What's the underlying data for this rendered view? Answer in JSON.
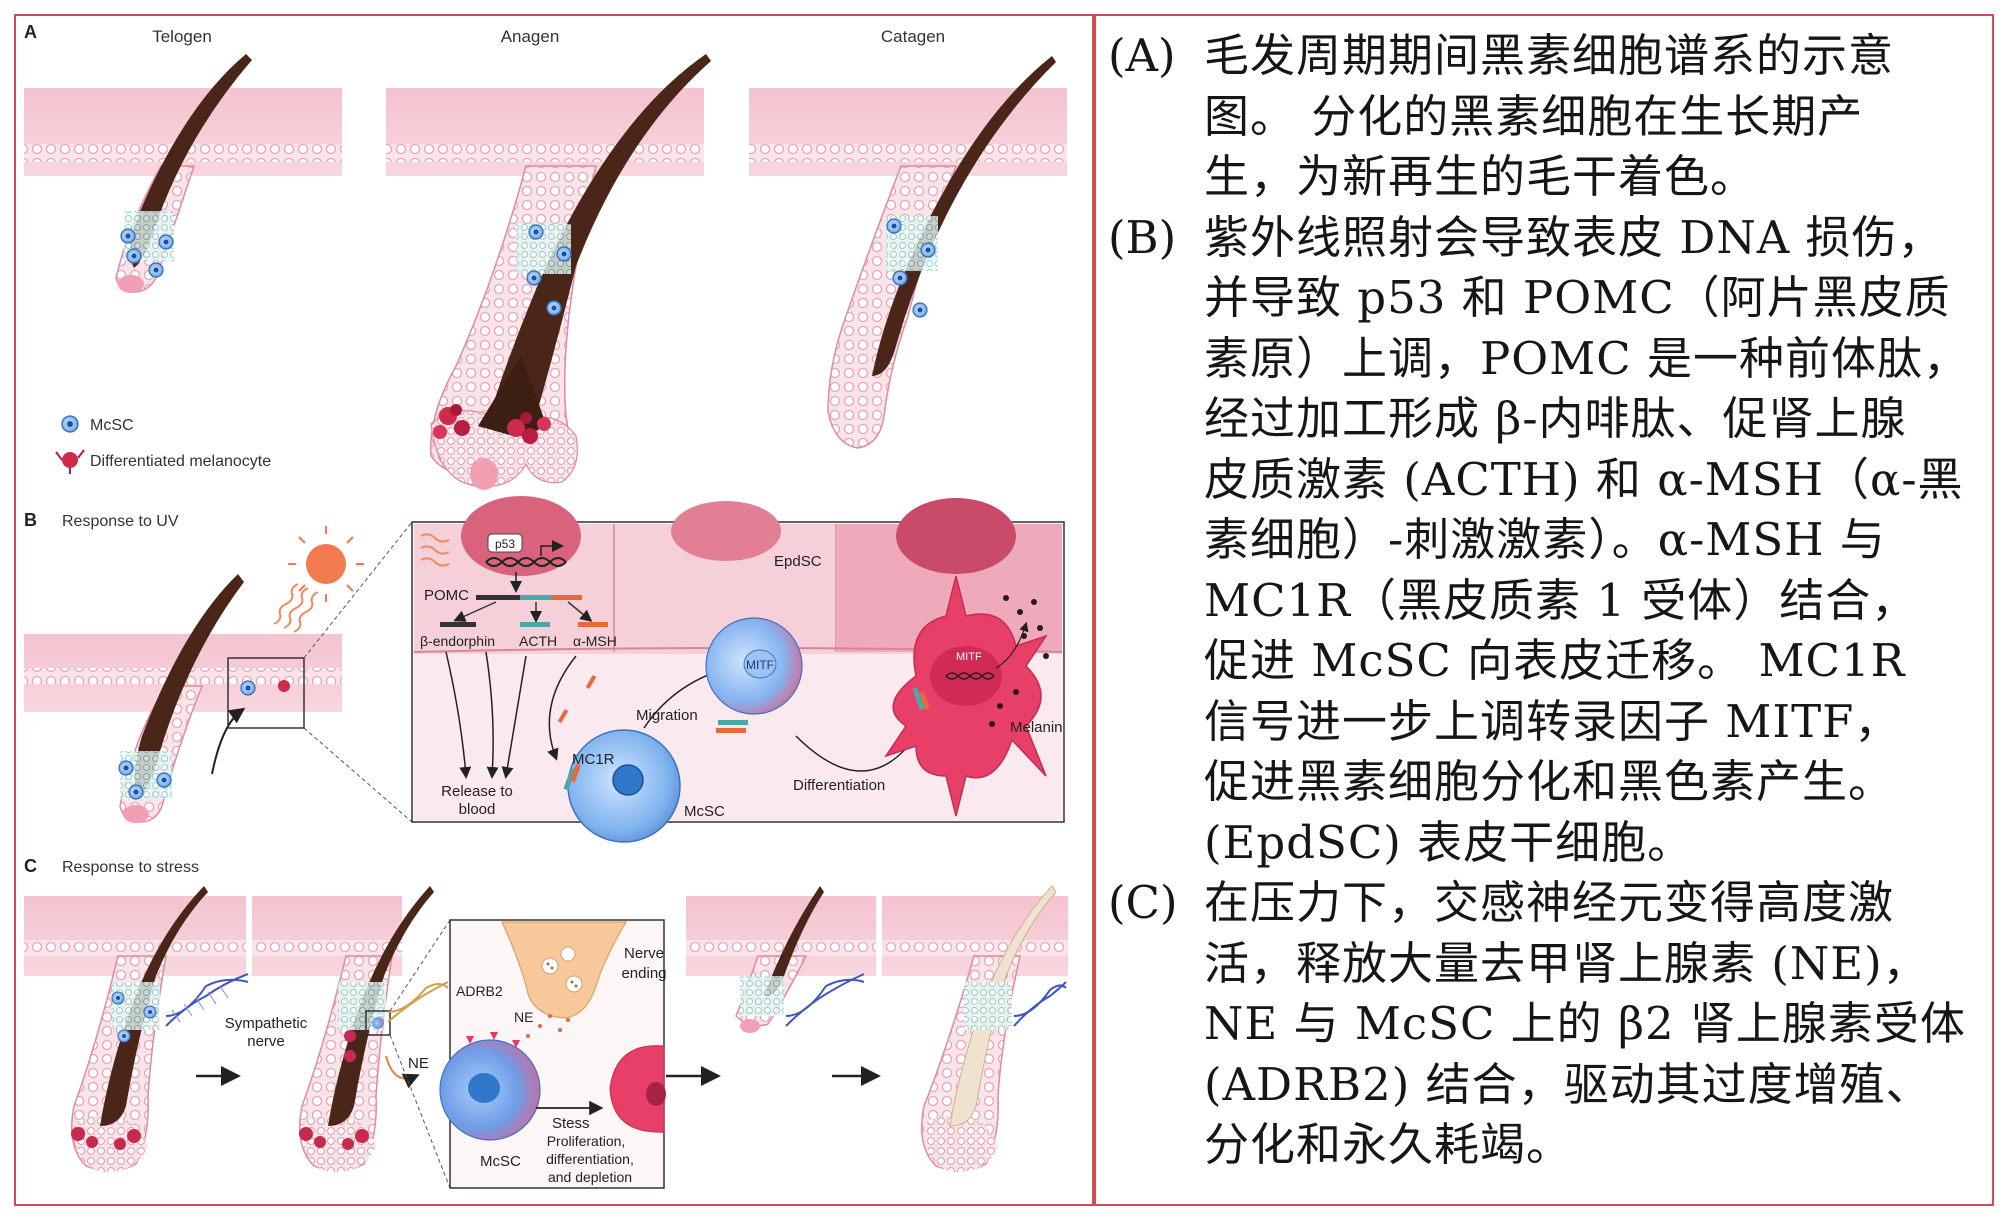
{
  "figure": {
    "panel_a": {
      "letter": "A",
      "stage_labels": [
        "Telogen",
        "Anagen",
        "Catagen"
      ],
      "legend": {
        "mcsc": "McSC",
        "melanocyte": "Differentiated melanocyte"
      }
    },
    "panel_b": {
      "letter": "B",
      "title": "Response to UV",
      "labels": {
        "p53": "p53",
        "pomc": "POMC",
        "b_endorphin": "β-endorphin",
        "acth": "ACTH",
        "a_msh": "α-MSH",
        "epdsc": "EpdSC",
        "mitf": "MITF",
        "migration": "Migration",
        "mc1r": "MC1R",
        "release": "Release to",
        "release2": "blood",
        "mcsc": "McSC",
        "differentiation": "Differentiation",
        "melanin": "Melanin"
      }
    },
    "panel_c": {
      "letter": "C",
      "title": "Response to stress",
      "labels": {
        "sympathetic": "Sympathetic",
        "nerve": "nerve",
        "adrb2": "ADRB2",
        "ne": "NE",
        "ne_arrow": "NE",
        "nerve_ending": "Nerve",
        "nerve_ending2": "ending",
        "mcsc": "McSC",
        "stess": "Stess",
        "outcome1": "Proliferation,",
        "outcome2": "differentiation,",
        "outcome3": "and depletion"
      }
    }
  },
  "caption": [
    {
      "label": "(A)",
      "text": "毛发周期期间黑素细胞谱系的示意\n图。 分化的黑素细胞在生长期产\n生，为新再生的毛干着色。"
    },
    {
      "label": "(B)",
      "text": "紫外线照射会导致表皮 DNA 损伤，\n并导致 p53 和 POMC（阿片黑皮质\n素原）上调，POMC 是一种前体肽，\n经过加工形成 β-内啡肽、促肾上腺\n皮质激素 (ACTH) 和 α-MSH（α-黑\n素细胞）-刺激激素）。α-MSH 与\nMC1R（黑皮质素 1 受体）结合，\n促进 McSC 向表皮迁移。 MC1R\n信号进一步上调转录因子 MITF，\n促进黑素细胞分化和黑色素产生。\n(EpdSC) 表皮干细胞。"
    },
    {
      "label": "(C)",
      "text": "在压力下，交感神经元变得高度激\n活，释放大量去甲肾上腺素 (NE)，\nNE 与 McSC 上的 β2 肾上腺素受体\n(ADRB2) 结合，驱动其过度增殖、\n分化和永久耗竭。"
    }
  ]
}
